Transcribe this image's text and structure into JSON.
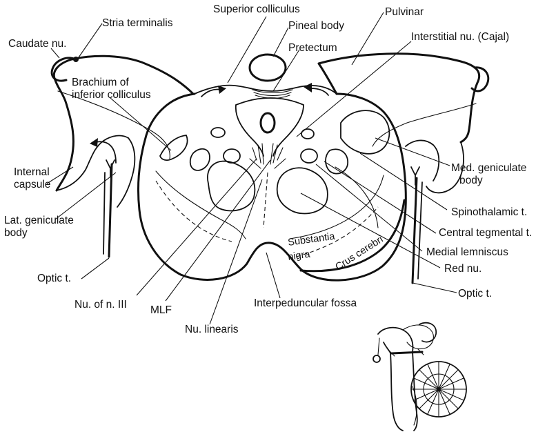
{
  "labels": {
    "superior_colliculus": "Superior colliculus",
    "stria_terminalis": "Stria terminalis",
    "pulvinar": "Pulvinar",
    "pineal_body": "Pineal body",
    "caudate_nu": "Caudate nu.",
    "pretectum": "Pretectum",
    "interstitial_nu": "Interstitial nu. (Cajal)",
    "brachium_line1": "Brachium of",
    "brachium_line2": "inferior colliculus",
    "internal_capsule_line1": "Internal",
    "internal_capsule_line2": "capsule",
    "med_geniculate_line1": "Med. geniculate",
    "med_geniculate_line2": "body",
    "lat_geniculate_line1": "Lat. geniculate",
    "lat_geniculate_line2": "body",
    "spinothalamic": "Spinothalamic t.",
    "central_tegmental": "Central tegmental t.",
    "medial_lemniscus": "Medial lemniscus",
    "red_nu": "Red nu.",
    "optic_t_left": "Optic t.",
    "optic_t_right": "Optic t.",
    "nu_n_iii": "Nu. of n. III",
    "mlf": "MLF",
    "interpeduncular_fossa": "Interpeduncular fossa",
    "nu_linearis": "Nu. linearis",
    "substantia_line1": "Substantia",
    "substantia_line2": "nigra",
    "crus_cerebri": "Crus cerebri"
  },
  "colors": {
    "ink": "#111111",
    "background": "#ffffff"
  }
}
